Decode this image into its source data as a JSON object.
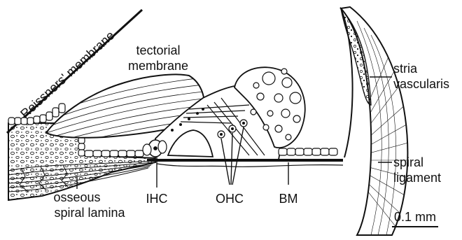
{
  "figure": {
    "labels": {
      "reissners": "Reissners' membrane",
      "tectorial_1": "tectorial",
      "tectorial_2": "membrane",
      "stria_1": "stria",
      "stria_2": "vascularis",
      "spiral_lig_1": "spiral",
      "spiral_lig_2": "ligament",
      "osseous_1": "osseous",
      "osseous_2": "spiral lamina",
      "ihc": "IHC",
      "ohc": "OHC",
      "bm": "BM",
      "scale": "0.1 mm"
    },
    "colors": {
      "ink": "#111111",
      "background": "#ffffff"
    }
  }
}
